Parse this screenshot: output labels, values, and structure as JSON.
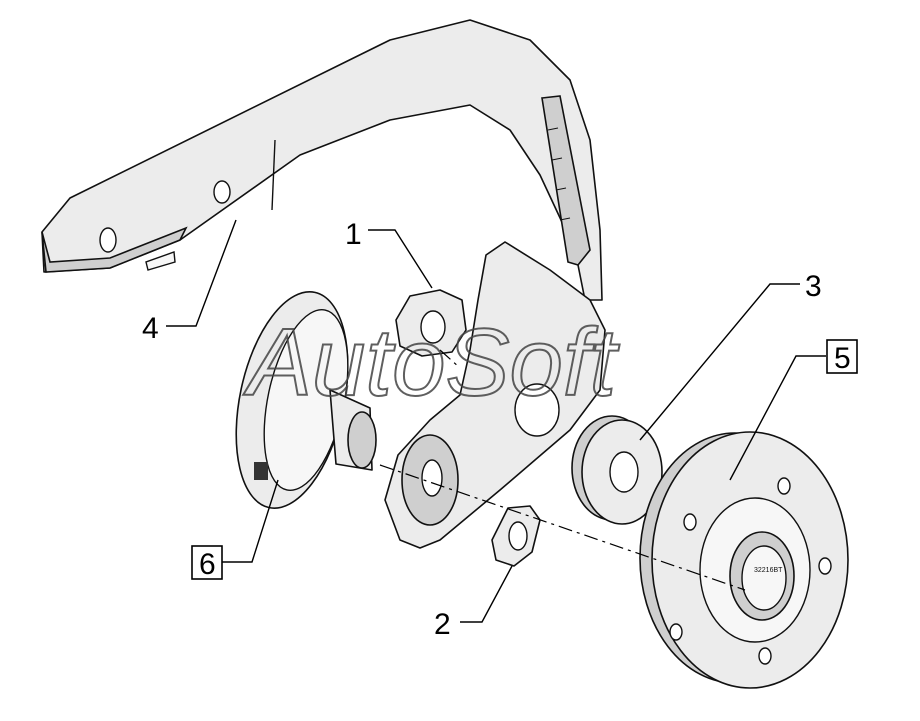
{
  "watermark": "AutoSoft",
  "hub_marking": "32216BT",
  "callouts": [
    {
      "id": "1",
      "boxed": false
    },
    {
      "id": "2",
      "boxed": false
    },
    {
      "id": "3",
      "boxed": false
    },
    {
      "id": "4",
      "boxed": false
    },
    {
      "id": "5",
      "boxed": true
    },
    {
      "id": "6",
      "boxed": true
    }
  ]
}
